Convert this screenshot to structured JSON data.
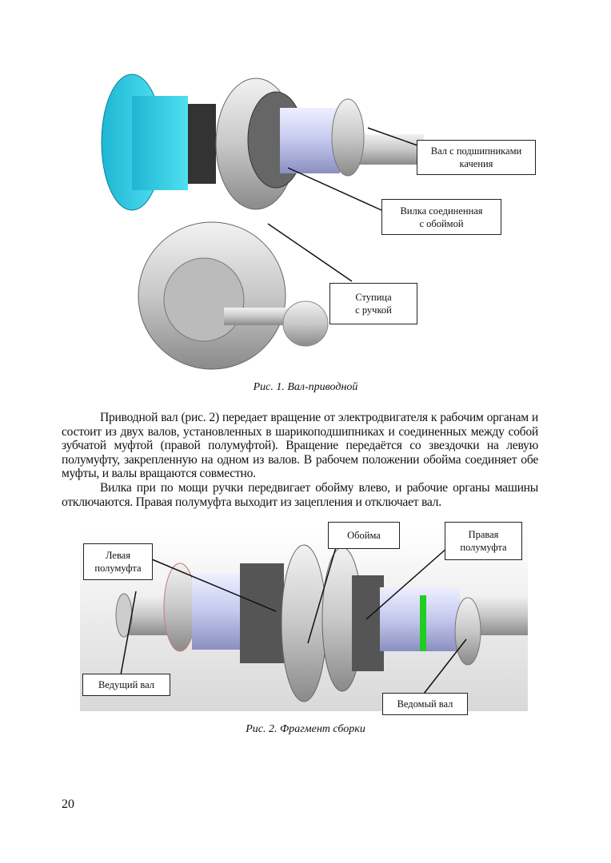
{
  "figure1": {
    "labels": [
      "Вал с подшипниками\nкачения",
      "Вилка соединенная\nс обоймой",
      "Ступица\nс ручкой"
    ],
    "caption": "Рис. 1. Вал-приводной"
  },
  "paragraphs": [
    "Приводной вал (рис. 2) передает вращение от электродвигателя к рабочим органам и состоит из двух валов, установленных в шарикоподшипниках и соединенных между собой зубчатой муфтой (правой полумуфтой). Вращение передаётся со звездочки на левую полумуфту, закрепленную на одном из валов. В рабочем положении обойма  соединяет обе муфты, и валы вращаются совместно.",
    "Вилка при по мощи ручки передвигает обойму влево, и рабочие органы машины отключаются. Правая полумуфта выходит из зацепления и отключает вал."
  ],
  "figure2": {
    "labels": [
      "Левая\nполумуфта",
      "Обойма",
      "Правая\nполумуфта",
      "Ведущий вал",
      "Ведомый вал"
    ],
    "caption": "Рис. 2.  Фрагмент сборки"
  },
  "page_number": "20"
}
